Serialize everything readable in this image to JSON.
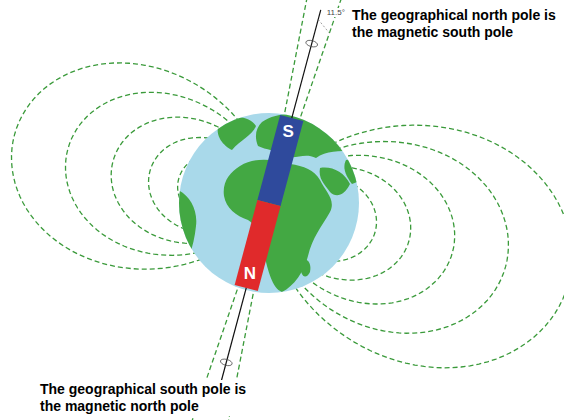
{
  "diagram": {
    "labels": [
      "The geographical north pole is the magnetic south pole",
      "11.5°",
      "S",
      "N",
      "The geographical south pole is the magnetic north pole"
    ]
  }
}
